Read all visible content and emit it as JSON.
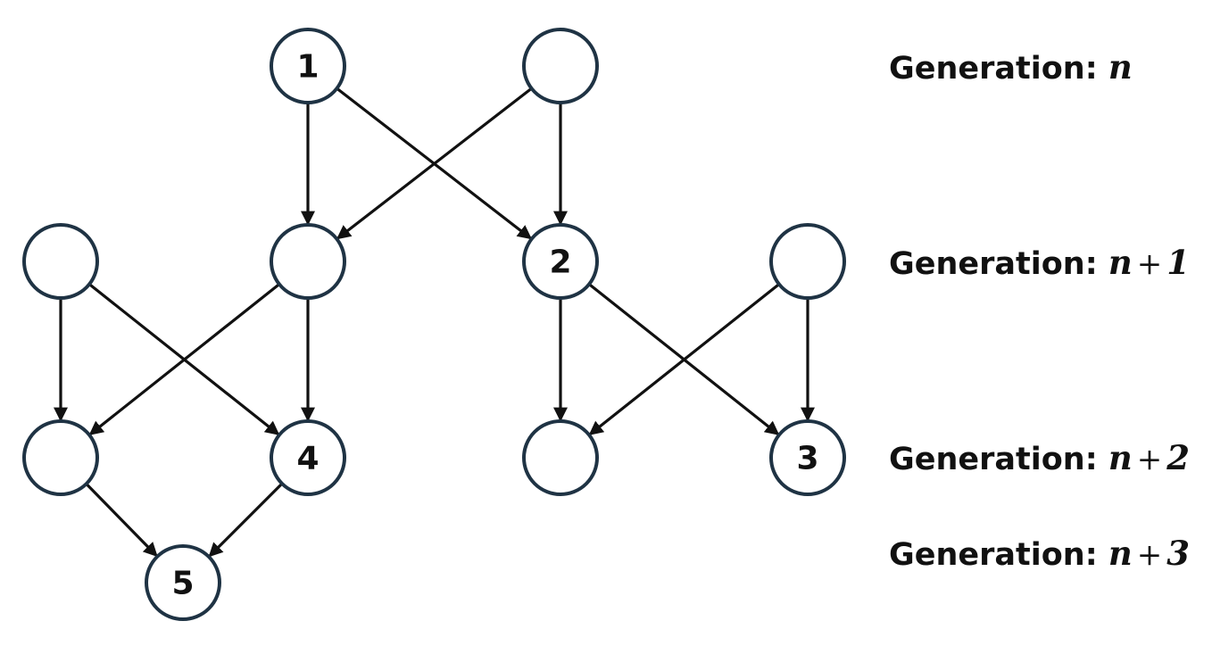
{
  "nodes": [
    {
      "id": "g0a",
      "label": "1"
    },
    {
      "id": "g0b",
      "label": ""
    },
    {
      "id": "g1a",
      "label": ""
    },
    {
      "id": "g1b",
      "label": ""
    },
    {
      "id": "g1c",
      "label": "2"
    },
    {
      "id": "g1d",
      "label": ""
    },
    {
      "id": "g2a",
      "label": ""
    },
    {
      "id": "g2b",
      "label": "4"
    },
    {
      "id": "g2c",
      "label": ""
    },
    {
      "id": "g2d",
      "label": "3"
    },
    {
      "id": "g3a",
      "label": "5"
    }
  ],
  "edges": [
    {
      "from": "g0a",
      "to": "g1b"
    },
    {
      "from": "g0a",
      "to": "g1c"
    },
    {
      "from": "g0b",
      "to": "g1b"
    },
    {
      "from": "g0b",
      "to": "g1c"
    },
    {
      "from": "g1a",
      "to": "g2a"
    },
    {
      "from": "g1a",
      "to": "g2b"
    },
    {
      "from": "g1b",
      "to": "g2a"
    },
    {
      "from": "g1b",
      "to": "g2b"
    },
    {
      "from": "g1c",
      "to": "g2c"
    },
    {
      "from": "g1c",
      "to": "g2d"
    },
    {
      "from": "g1d",
      "to": "g2c"
    },
    {
      "from": "g1d",
      "to": "g2d"
    },
    {
      "from": "g2a",
      "to": "g3a"
    },
    {
      "from": "g2b",
      "to": "g3a"
    }
  ],
  "generations": [
    {
      "prefix": "Generation:",
      "var": "n",
      "op": "",
      "num": ""
    },
    {
      "prefix": "Generation:",
      "var": "n",
      "op": "+",
      "num": "1"
    },
    {
      "prefix": "Generation:",
      "var": "n",
      "op": "+",
      "num": "2"
    },
    {
      "prefix": "Generation:",
      "var": "n",
      "op": "+",
      "num": "3"
    }
  ],
  "colors": {
    "node_stroke": "#1f3344",
    "edge": "#111111",
    "text": "#111111"
  }
}
